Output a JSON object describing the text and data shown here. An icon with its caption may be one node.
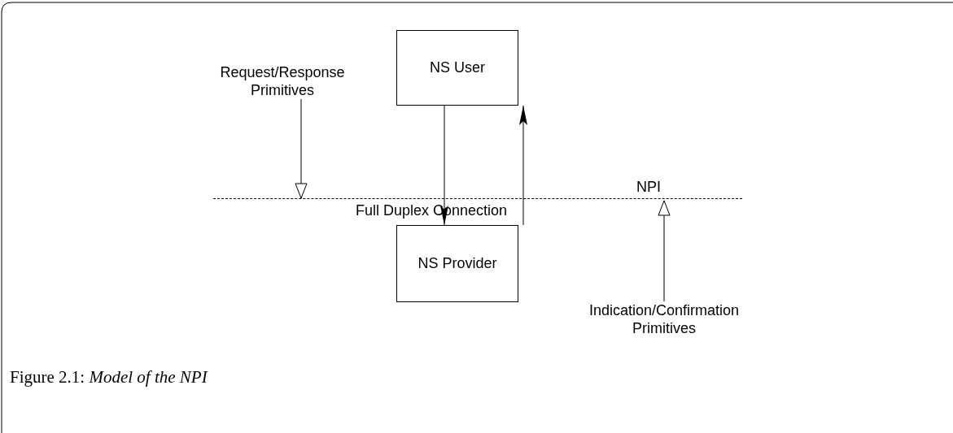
{
  "diagram": {
    "caption": "Figure 2.1: *Model of the NPI*",
    "nodes": [
      {
        "text": [
          "NS User"
        ]
      },
      {
        "text": [
          "NS Provider"
        ]
      },
      {
        "text": [
          "Request/Response Primitives"
        ]
      },
      {
        "text": [
          "NPI"
        ]
      },
      {
        "text": [
          "Indication/Confirmation Primitives"
        ]
      }
    ],
    "edges": [
      {
        "from": 0,
        "to": 1,
        "arrow": "to"
      },
      {
        "from": 1,
        "to": 0,
        "arrow": "to"
      },
      {
        "from": 2,
        "to": 3,
        "arrow": "to"
      },
      {
        "from": 4,
        "to": 3,
        "arrow": "to"
      }
    ],
    "labels": [
      "Full Duplex Connection"
    ]
  }
}
